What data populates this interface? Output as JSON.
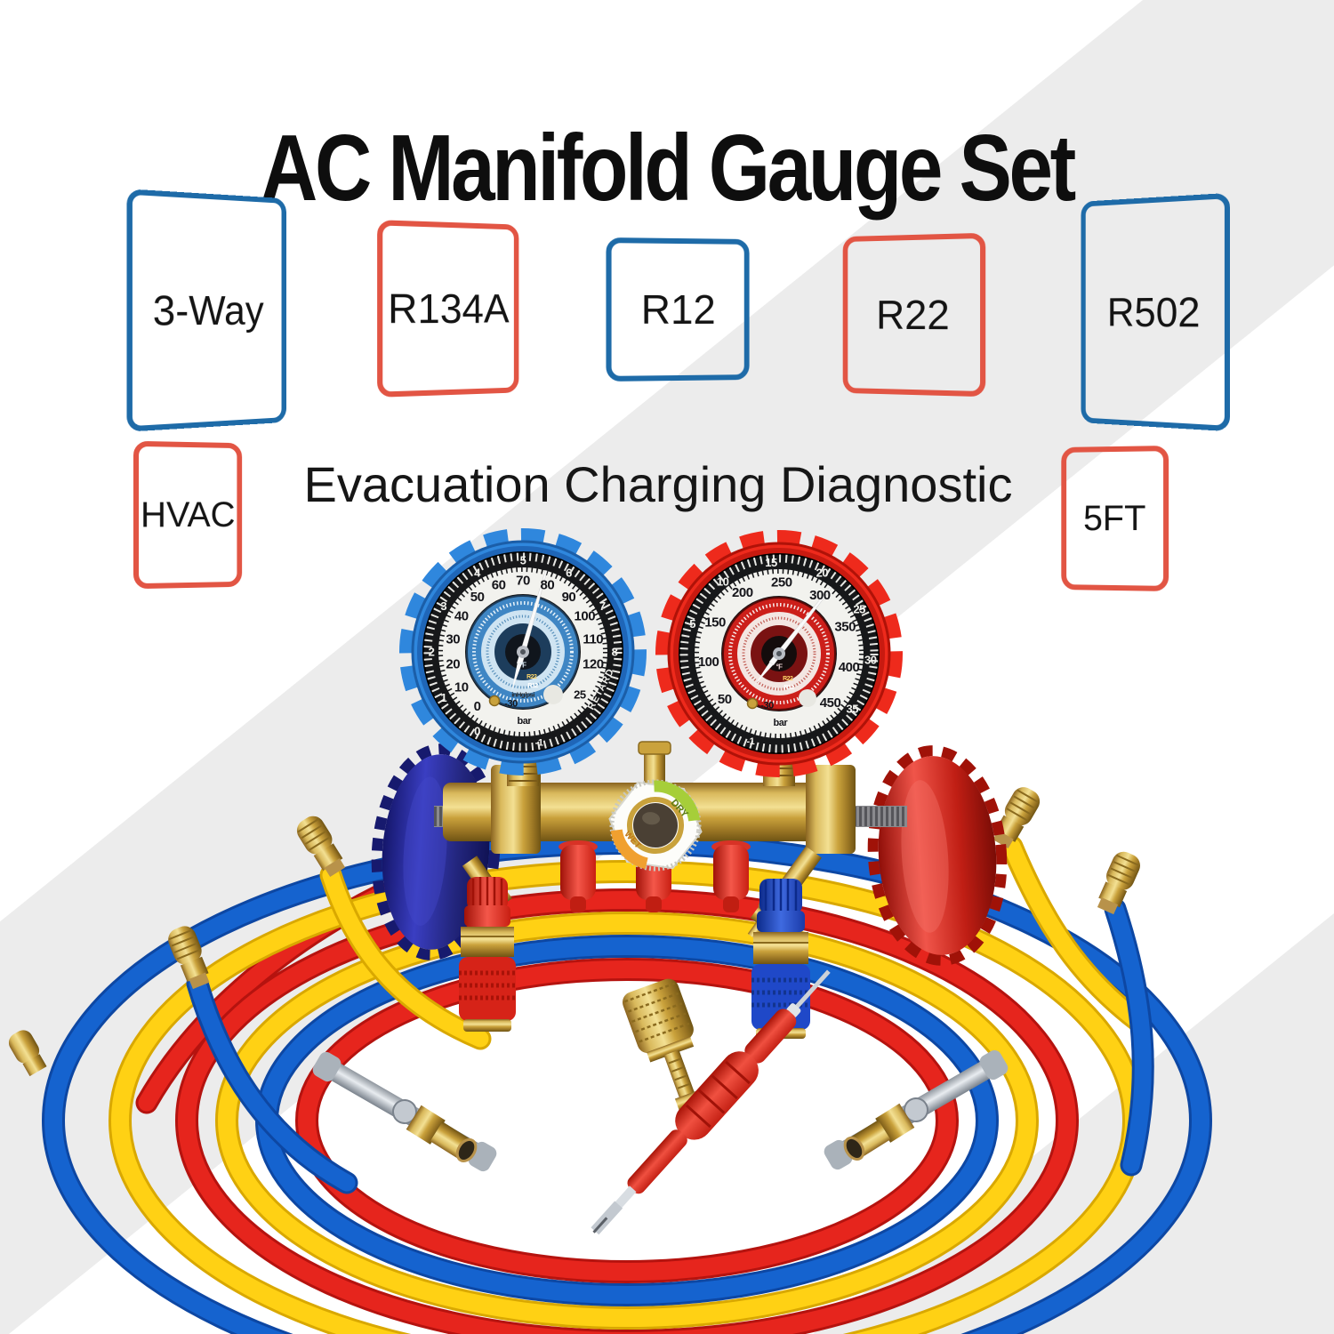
{
  "title": "AC Manifold Gauge Set",
  "tagline": "Evacuation Charging Diagnostic",
  "badges_row1": [
    {
      "label": "3-Way",
      "border": "blue"
    },
    {
      "label": "R134A",
      "border": "red"
    },
    {
      "label": "R12",
      "border": "blue"
    },
    {
      "label": "R22",
      "border": "red"
    },
    {
      "label": "R502",
      "border": "blue"
    }
  ],
  "badges_row2": {
    "left": "HVAC",
    "right": "5FT"
  },
  "gauges": {
    "low": {
      "psi": [
        "0",
        "10",
        "20",
        "30",
        "40",
        "50",
        "60",
        "70",
        "80",
        "90",
        "100",
        "110",
        "120"
      ],
      "bar": [
        "0",
        "1",
        "2",
        "3",
        "4",
        "5",
        "6",
        "7",
        "8"
      ],
      "texts": {
        "vac": "-30",
        "vac_unit": "inHg/psi",
        "bar_unit": "bar",
        "vac_bar": "-1",
        "retard": "RETARD",
        "retard_end": "25",
        "deg": "°F",
        "ref1": "R22",
        "ref2": "R12"
      }
    },
    "high": {
      "psi": [
        "50",
        "100",
        "150",
        "200",
        "250",
        "300",
        "350",
        "400",
        "450"
      ],
      "bar": [
        "5",
        "10",
        "15",
        "20",
        "25",
        "30",
        "35"
      ],
      "texts": {
        "vac": "-30",
        "bar_unit": "bar",
        "vac_bar": "-1",
        "deg": "°F",
        "ref1": "R22",
        "ref2": "R12"
      }
    }
  },
  "sight_glass": {
    "dry": "DRY",
    "wet": "WET"
  },
  "colors": {
    "badge_blue": "#1e6ba8",
    "badge_red": "#e25544",
    "gauge_low_boot": "#2f87dd",
    "gauge_high_boot": "#ee2a1c",
    "hose_red": "#e6251d",
    "hose_yellow": "#ffd114",
    "hose_blue": "#1563cf",
    "brass": "#caa23c",
    "knob_low": "#2b2e9e",
    "knob_high": "#e03226",
    "stripe_gray": "#ececec"
  }
}
